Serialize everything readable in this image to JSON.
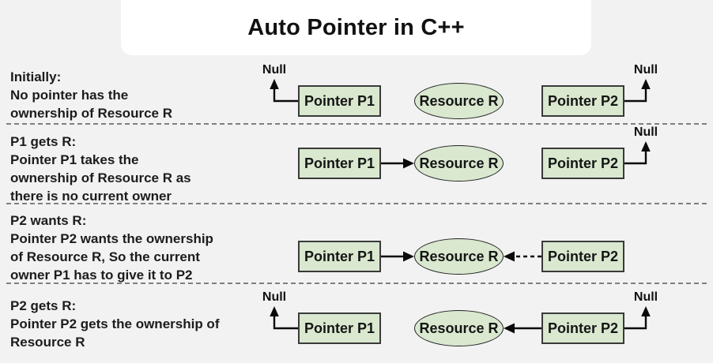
{
  "title": "Auto Pointer in C++",
  "labels": {
    "null": "Null",
    "pointer_p1": "Pointer P1",
    "pointer_p2": "Pointer P2",
    "resource_r": "Resource R"
  },
  "colors": {
    "background": "#f2f2f2",
    "title_bg": "#ffffff",
    "node_fill": "#d9e8cf",
    "node_border": "#3a3a3a",
    "text": "#1c1c1c",
    "separator": "#7f7f7f",
    "arrow": "#0a0a0a"
  },
  "rows": [
    {
      "desc": "Initially:\nNo pointer has the\nownership of Resource R",
      "p1_points_to": "Null",
      "p2_points_to": "Null"
    },
    {
      "desc": "P1 gets R:\nPointer P1 takes the\nownership of Resource R as\nthere is no current owner",
      "p1_points_to": "Resource R (solid arrow)",
      "p2_points_to": "Null"
    },
    {
      "desc": "P2 wants R:\nPointer P2 wants the ownership\nof Resource R, So the current\nowner P1 has to give it to P2",
      "p1_points_to": "Resource R (solid arrow)",
      "p2_points_to": "Resource R (dashed arrow)"
    },
    {
      "desc": "P2 gets R:\nPointer P2 gets the ownership of\nResource R",
      "p1_points_to": "Null",
      "p2_points_to": "Resource R (solid arrow) and Null"
    }
  ]
}
